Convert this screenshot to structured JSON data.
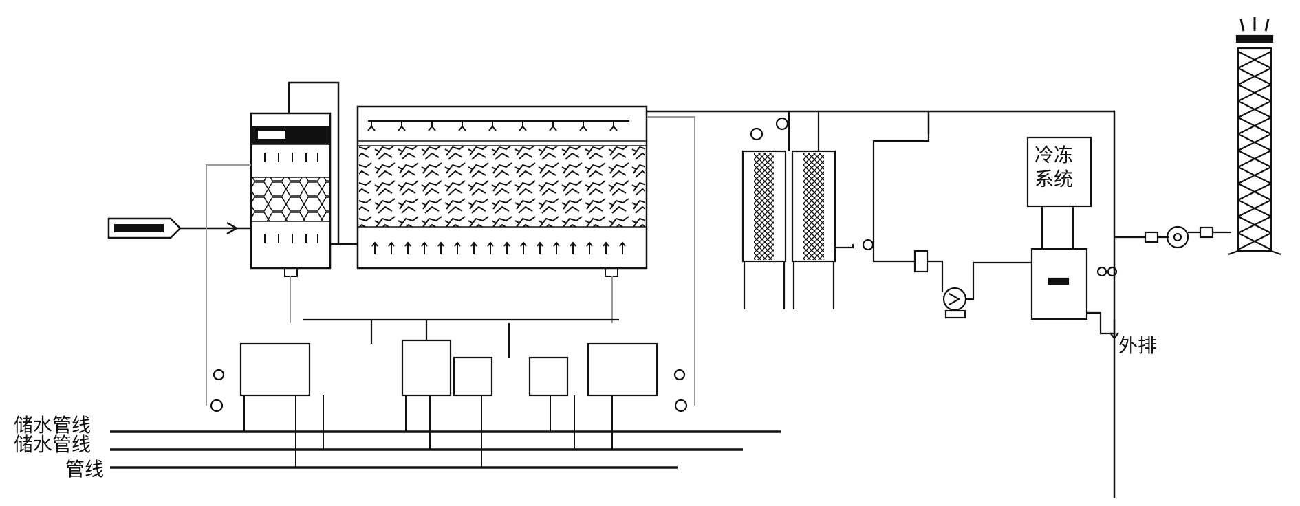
{
  "labels": {
    "freeze_system_line1": "冷冻",
    "freeze_system_line2": "系统",
    "outlet": "外排",
    "pipe_1": "储水管线",
    "pipe_2": "储水管线",
    "pipe_3": "管线"
  },
  "colors": {
    "line": "#111111",
    "aux_line": "#9a9a9a",
    "background": "#ffffff"
  }
}
